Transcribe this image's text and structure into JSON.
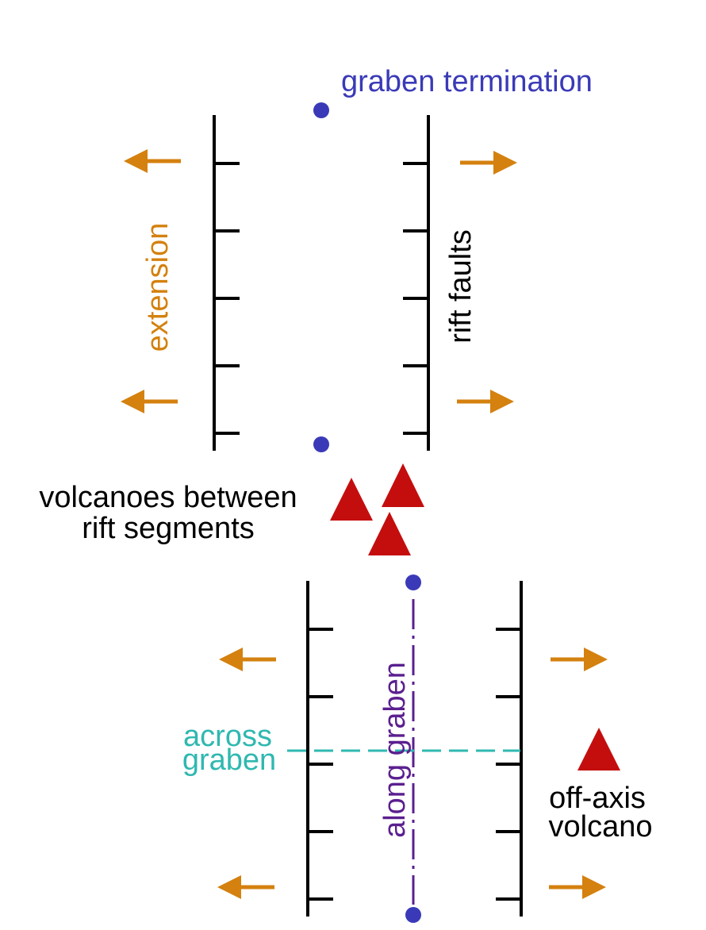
{
  "labels": {
    "graben_termination": "graben termination",
    "extension": "extension",
    "rift_faults": "rift faults",
    "volcanoes_between_line1": "volcanoes between",
    "volcanoes_between_line2": "rift segments",
    "across_graben_line1": "across",
    "across_graben_line2": "graben",
    "along_graben": "along graben",
    "off_axis_line1": "off-axis",
    "off_axis_line2": "volcano"
  },
  "colors": {
    "fault": "#000000",
    "arrow": "#d4810f",
    "termination": "#3a3ab8",
    "volcano": "#c40e0e",
    "across": "#2fb8b0",
    "along": "#5b1f8f",
    "text": "#000000"
  },
  "icons": {
    "arrow": "arrow-icon",
    "volcano": "volcano-icon",
    "termination": "termination-dot-icon"
  }
}
